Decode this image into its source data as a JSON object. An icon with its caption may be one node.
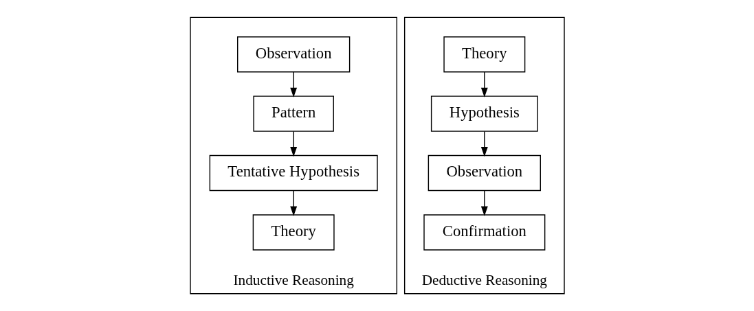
{
  "diagram": {
    "nodes": [
      {
        "text": [
          "Inductive Reasoning"
        ]
      },
      {
        "text": [
          "Observation"
        ],
        "in": 0
      },
      {
        "text": [
          "Pattern"
        ],
        "in": 0
      },
      {
        "text": [
          "Tentative Hypothesis"
        ],
        "in": 0
      },
      {
        "text": [
          "Theory"
        ],
        "in": 0
      },
      {
        "text": [
          "Deductive Reasoning"
        ]
      },
      {
        "text": [
          "Theory"
        ],
        "in": 5
      },
      {
        "text": [
          "Hypothesis"
        ],
        "in": 5
      },
      {
        "text": [
          "Observation"
        ],
        "in": 5
      },
      {
        "text": [
          "Confirmation"
        ],
        "in": 5
      }
    ],
    "edges": [
      {
        "from": 1,
        "to": 2,
        "arrow": "to"
      },
      {
        "from": 2,
        "to": 3,
        "arrow": "to"
      },
      {
        "from": 3,
        "to": 4,
        "arrow": "to"
      },
      {
        "from": 6,
        "to": 7,
        "arrow": "to"
      },
      {
        "from": 7,
        "to": 8,
        "arrow": "to"
      },
      {
        "from": 8,
        "to": 9,
        "arrow": "to"
      }
    ]
  }
}
